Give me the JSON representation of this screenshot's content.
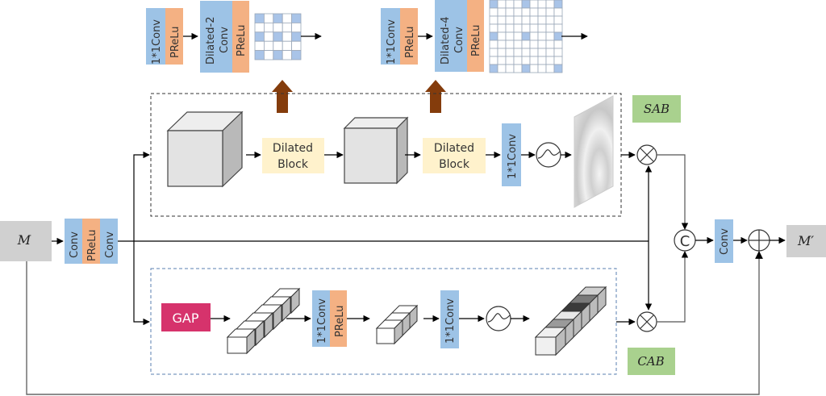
{
  "colors": {
    "conv_blue": "#9DC3E6",
    "prelu_orange": "#F4B183",
    "dilated_block_yellow": "#FFF2CC",
    "gap_pink": "#D6336C",
    "label_green": "#A9D18E",
    "io_gray": "#D0D0D0",
    "up_arrow_brown": "#843C0C",
    "grid_highlight": "#A9C4E8"
  },
  "input": {
    "label": "M"
  },
  "output": {
    "label": "M′"
  },
  "stem": {
    "blocks": [
      "Conv",
      "PReLu",
      "Conv"
    ]
  },
  "sab": {
    "tag": "SAB",
    "dilated_block_1": "Dilated\nBlock",
    "dilated_block_1_lines": [
      "Dilated",
      "Block"
    ],
    "dilated_block_2_lines": [
      "Dilated",
      "Block"
    ],
    "conv_label": "1*1Conv",
    "sigmoid_icon": "sigmoid-icon"
  },
  "dilated_detail_1": {
    "conv_label": "1*1Conv",
    "prelu_label": "PReLu",
    "dilated_conv_lines": [
      "Dilated-2",
      "Conv"
    ],
    "dilated_prelu_label": "PReLu",
    "dilation": 2
  },
  "dilated_detail_2": {
    "conv_label": "1*1Conv",
    "prelu_label": "PReLu",
    "dilated_conv_lines": [
      "Dilated-4",
      "Conv"
    ],
    "dilated_prelu_label": "PReLu",
    "dilation": 4
  },
  "cab": {
    "tag": "CAB",
    "gap_label": "GAP",
    "conv1_label": "1*1Conv",
    "prelu_label": "PReLu",
    "conv2_label": "1*1Conv"
  },
  "fusion": {
    "multiply_symbol": "⊗",
    "concat_symbol": "C",
    "conv_label": "Conv",
    "add_symbol": "⊕"
  }
}
